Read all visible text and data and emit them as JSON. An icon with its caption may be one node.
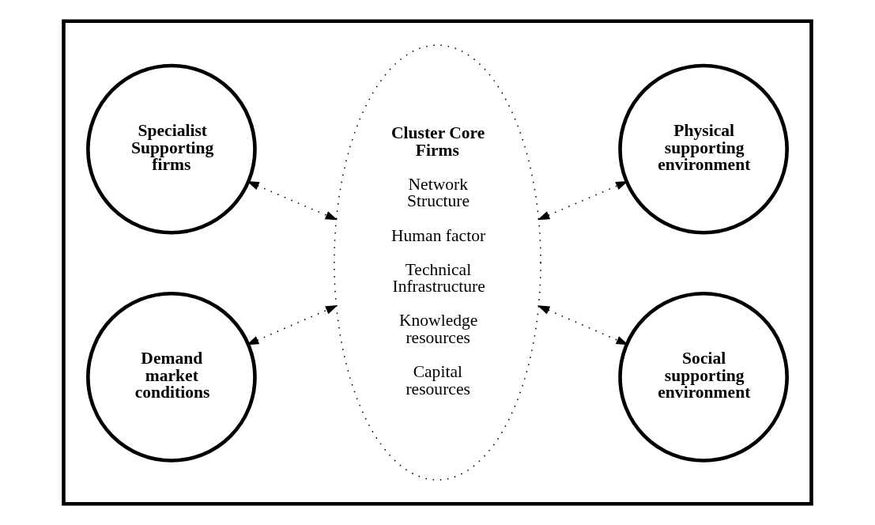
{
  "diagram": {
    "nodes": [
      {
        "text": [],
        "shape": "box"
      },
      {
        "text": [
          "Cluster Core Firms",
          "Network Structure",
          "Human factor",
          "Technical Infrastructure",
          "Knowledge resources",
          "Capital resources"
        ],
        "in": 0
      },
      {
        "text": [
          "Specialist Supporting firms"
        ],
        "in": 0
      },
      {
        "text": [
          "Physical supporting environment"
        ],
        "in": 0
      },
      {
        "text": [
          "Demand market conditions"
        ],
        "in": 0
      },
      {
        "text": [
          "Social supporting environment"
        ],
        "in": 0
      }
    ],
    "edges": [
      {
        "from": 2,
        "to": 1,
        "arrow": "both",
        "style": "dashed"
      },
      {
        "from": 3,
        "to": 1,
        "arrow": "both",
        "style": "dashed"
      },
      {
        "from": 4,
        "to": 1,
        "arrow": "both",
        "style": "dashed"
      },
      {
        "from": 5,
        "to": 1,
        "arrow": "both",
        "style": "dashed"
      }
    ]
  }
}
